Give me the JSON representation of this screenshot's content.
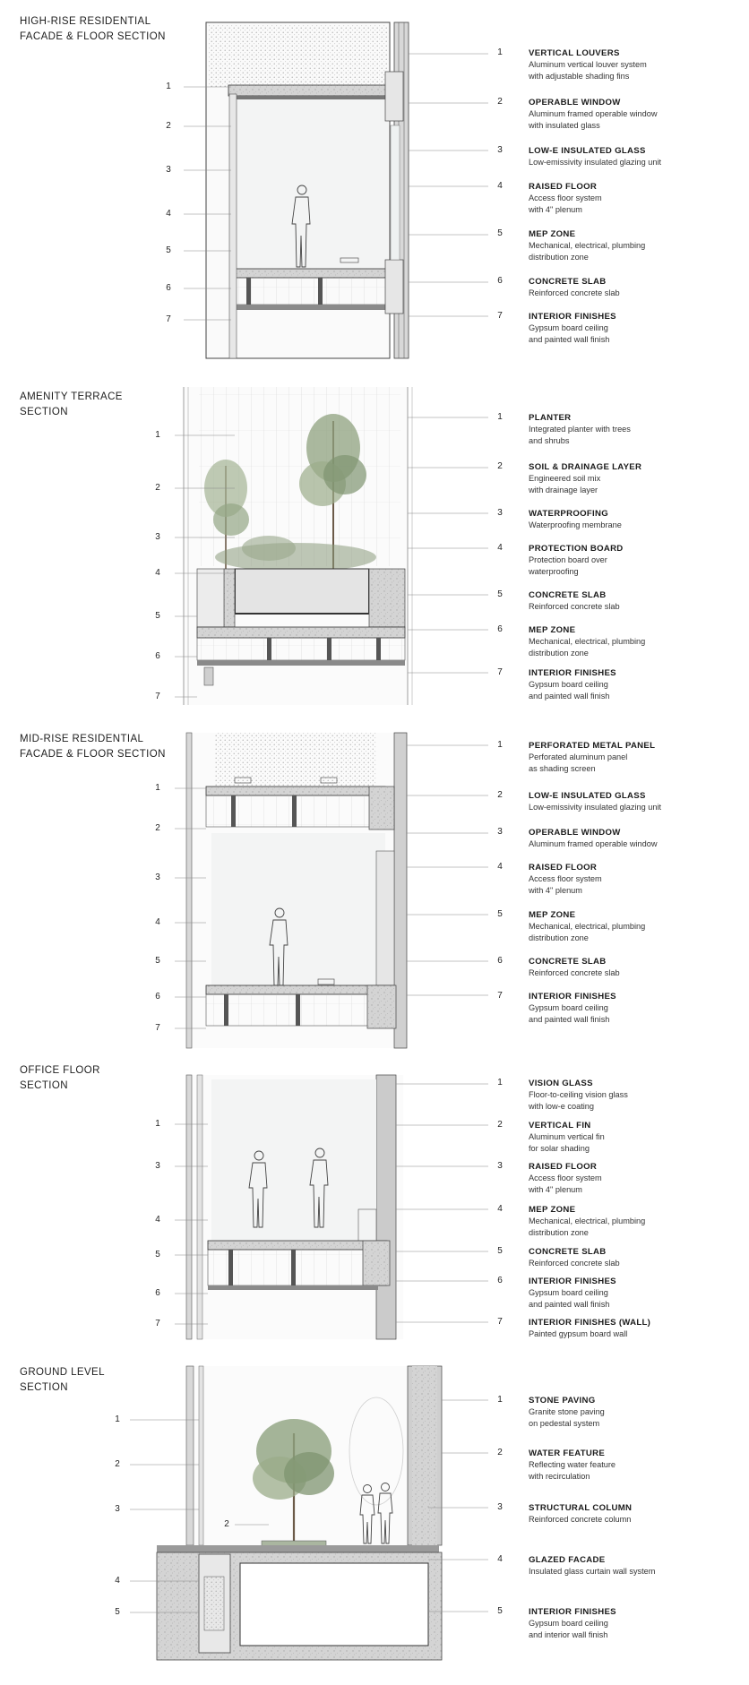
{
  "sections": [
    {
      "title_lines": [
        "HIGH-RISE RESIDENTIAL",
        "FACADE & FLOOR SECTION"
      ],
      "left_numbers": [
        "1",
        "2",
        "3",
        "4",
        "5",
        "6",
        "7"
      ],
      "callouts": [
        {
          "num": "1",
          "title": "VERTICAL LOUVERS",
          "desc": [
            "Aluminum vertical louver system",
            "with adjustable shading fins"
          ]
        },
        {
          "num": "2",
          "title": "OPERABLE WINDOW",
          "desc": [
            "Aluminum framed operable window",
            "with insulated glass"
          ]
        },
        {
          "num": "3",
          "title": "LOW-E INSULATED GLASS",
          "desc": [
            "Low-emissivity insulated glazing unit"
          ]
        },
        {
          "num": "4",
          "title": "RAISED FLOOR",
          "desc": [
            "Access floor system",
            "with 4\" plenum"
          ]
        },
        {
          "num": "5",
          "title": "MEP ZONE",
          "desc": [
            "Mechanical, electrical, plumbing",
            "distribution zone"
          ]
        },
        {
          "num": "6",
          "title": "CONCRETE SLAB",
          "desc": [
            "Reinforced concrete slab"
          ]
        },
        {
          "num": "7",
          "title": "INTERIOR FINISHES",
          "desc": [
            "Gypsum board ceiling",
            "and painted wall finish"
          ]
        }
      ]
    },
    {
      "title_lines": [
        "AMENITY TERRACE",
        "SECTION"
      ],
      "left_numbers": [
        "1",
        "2",
        "3",
        "4",
        "5",
        "6",
        "7"
      ],
      "callouts": [
        {
          "num": "1",
          "title": "PLANTER",
          "desc": [
            "Integrated planter with trees",
            "and shrubs"
          ]
        },
        {
          "num": "2",
          "title": "SOIL & DRAINAGE LAYER",
          "desc": [
            "Engineered soil mix",
            "with drainage layer"
          ]
        },
        {
          "num": "3",
          "title": "WATERPROOFING",
          "desc": [
            "Waterproofing membrane"
          ]
        },
        {
          "num": "4",
          "title": "PROTECTION BOARD",
          "desc": [
            "Protection board over",
            "waterproofing"
          ]
        },
        {
          "num": "5",
          "title": "CONCRETE SLAB",
          "desc": [
            "Reinforced concrete slab"
          ]
        },
        {
          "num": "6",
          "title": "MEP ZONE",
          "desc": [
            "Mechanical, electrical, plumbing",
            "distribution zone"
          ]
        },
        {
          "num": "7",
          "title": "INTERIOR FINISHES",
          "desc": [
            "Gypsum board ceiling",
            "and painted wall finish"
          ]
        }
      ]
    },
    {
      "title_lines": [
        "MID-RISE RESIDENTIAL",
        "FACADE & FLOOR SECTION"
      ],
      "left_numbers": [
        "1",
        "2",
        "3",
        "4",
        "5",
        "6",
        "7"
      ],
      "callouts": [
        {
          "num": "1",
          "title": "PERFORATED METAL PANEL",
          "desc": [
            "Perforated aluminum panel",
            "as shading screen"
          ]
        },
        {
          "num": "2",
          "title": "LOW-E INSULATED GLASS",
          "desc": [
            "Low-emissivity insulated glazing unit"
          ]
        },
        {
          "num": "3",
          "title": "OPERABLE WINDOW",
          "desc": [
            "Aluminum framed operable window"
          ]
        },
        {
          "num": "4",
          "title": "RAISED FLOOR",
          "desc": [
            "Access floor system",
            "with 4\" plenum"
          ]
        },
        {
          "num": "5",
          "title": "MEP ZONE",
          "desc": [
            "Mechanical, electrical, plumbing",
            "distribution zone"
          ]
        },
        {
          "num": "6",
          "title": "CONCRETE SLAB",
          "desc": [
            "Reinforced concrete slab"
          ]
        },
        {
          "num": "7",
          "title": "INTERIOR FINISHES",
          "desc": [
            "Gypsum board ceiling",
            "and painted wall finish"
          ]
        }
      ]
    },
    {
      "title_lines": [
        "OFFICE FLOOR",
        "SECTION"
      ],
      "left_numbers": [
        "1",
        "3",
        "4",
        "5",
        "6",
        "7"
      ],
      "callouts": [
        {
          "num": "1",
          "title": "VISION GLASS",
          "desc": [
            "Floor-to-ceiling vision glass",
            "with low-e coating"
          ]
        },
        {
          "num": "2",
          "title": "VERTICAL FIN",
          "desc": [
            "Aluminum vertical fin",
            "for solar shading"
          ]
        },
        {
          "num": "3",
          "title": "RAISED FLOOR",
          "desc": [
            "Access floor system",
            "with 4\" plenum"
          ]
        },
        {
          "num": "4",
          "title": "MEP ZONE",
          "desc": [
            "Mechanical, electrical, plumbing",
            "distribution zone"
          ]
        },
        {
          "num": "5",
          "title": "CONCRETE SLAB",
          "desc": [
            "Reinforced concrete slab"
          ]
        },
        {
          "num": "6",
          "title": "INTERIOR FINISHES",
          "desc": [
            "Gypsum board ceiling",
            "and painted wall finish"
          ]
        },
        {
          "num": "7",
          "title": "INTERIOR FINISHES (WALL)",
          "desc": [
            "Painted gypsum board wall"
          ]
        }
      ]
    },
    {
      "title_lines": [
        "GROUND LEVEL",
        "SECTION"
      ],
      "left_numbers": [
        "1",
        "2",
        "3",
        "4",
        "5"
      ],
      "inner_number": "2",
      "callouts": [
        {
          "num": "1",
          "title": "STONE PAVING",
          "desc": [
            "Granite stone paving",
            "on pedestal system"
          ]
        },
        {
          "num": "2",
          "title": "WATER FEATURE",
          "desc": [
            "Reflecting water feature",
            "with recirculation"
          ]
        },
        {
          "num": "3",
          "title": "STRUCTURAL COLUMN",
          "desc": [
            "Reinforced concrete column"
          ]
        },
        {
          "num": "4",
          "title": "GLAZED FACADE",
          "desc": [
            "Insulated glass curtain wall system"
          ]
        },
        {
          "num": "5",
          "title": "INTERIOR FINISHES",
          "desc": [
            "Gypsum board ceiling",
            "and interior wall finish"
          ]
        }
      ]
    }
  ],
  "colors": {
    "line": "#3a3a3a",
    "concrete": "#cfcfcf",
    "glass": "#eef1f1",
    "foliage": "#8fa27f",
    "trunk": "#6b5a48"
  }
}
